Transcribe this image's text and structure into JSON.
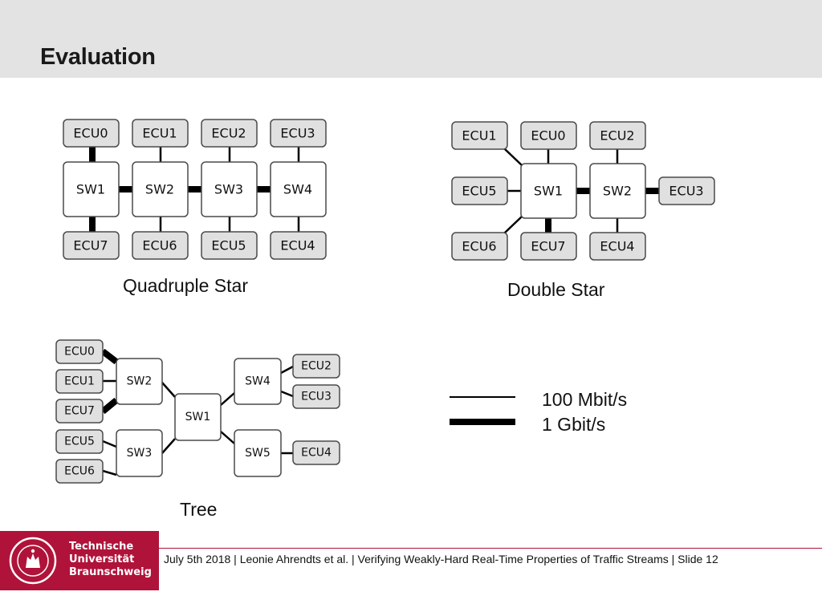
{
  "slide": {
    "title": "Evaluation",
    "footer": "July 5th 2018 | Leonie Ahrendts et al. | Verifying Weakly-Hard Real-Time Properties of Traffic Streams | Slide 12"
  },
  "logo": {
    "line1": "Technische",
    "line2": "Universität",
    "line3": "Braunschweig"
  },
  "colors": {
    "brand": "#b0133a",
    "header_band": "#e3e3e3",
    "node_fill": "#e0e0e0",
    "switch_fill": "#ffffff"
  },
  "diagrams": {
    "quadruple_star": {
      "caption": "Quadruple Star",
      "switches": [
        "SW1",
        "SW2",
        "SW3",
        "SW4"
      ],
      "ecus_top": [
        "ECU0",
        "ECU1",
        "ECU2",
        "ECU3"
      ],
      "ecus_bottom": [
        "ECU7",
        "ECU6",
        "ECU5",
        "ECU4"
      ]
    },
    "double_star": {
      "caption": "Double Star",
      "switches": [
        "SW1",
        "SW2"
      ],
      "ecus": [
        "ECU1",
        "ECU0",
        "ECU2",
        "ECU5",
        "ECU3",
        "ECU6",
        "ECU7",
        "ECU4"
      ]
    },
    "tree": {
      "caption": "Tree",
      "switches": [
        "SW1",
        "SW2",
        "SW3",
        "SW4",
        "SW5"
      ],
      "ecus": [
        "ECU0",
        "ECU1",
        "ECU7",
        "ECU5",
        "ECU6",
        "ECU2",
        "ECU3",
        "ECU4"
      ]
    }
  },
  "legend": {
    "thin_label": "100 Mbit/s",
    "thick_label": "1 Gbit/s"
  }
}
